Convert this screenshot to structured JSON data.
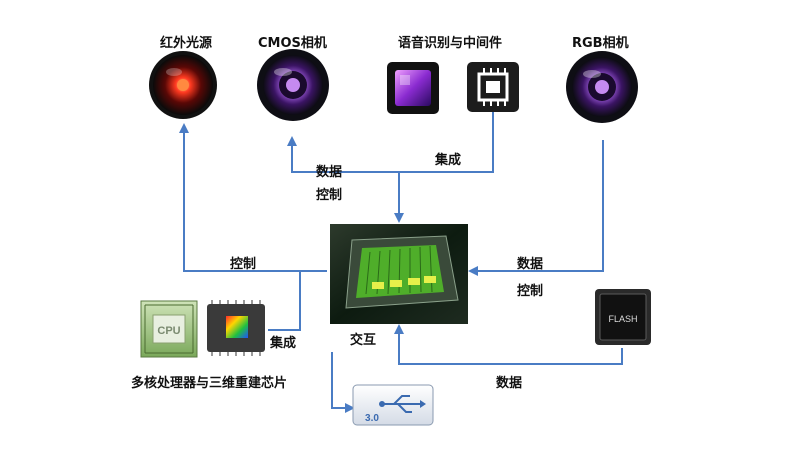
{
  "labels": {
    "infrared": "红外光源",
    "cmos": "CMOS相机",
    "voice": "语音识别与中间件",
    "rgb": "RGB相机",
    "multicore": "多核处理器与三维重建芯片"
  },
  "edges": {
    "data_top": "数据",
    "control_top": "控制",
    "integrate_top": "集成",
    "control_left": "控制",
    "data_right": "数据",
    "control_right": "控制",
    "integrate_bottom": "集成",
    "interact": "交互",
    "data_bottom": "数据"
  },
  "chips": {
    "cpu_text": "CPU",
    "flash_text": "FLASH",
    "usb_text": "3.0"
  },
  "colors": {
    "arrow": "#4a7cc4",
    "lens_violet": "#7a3cc0",
    "infrared_red": "#e0201c"
  }
}
